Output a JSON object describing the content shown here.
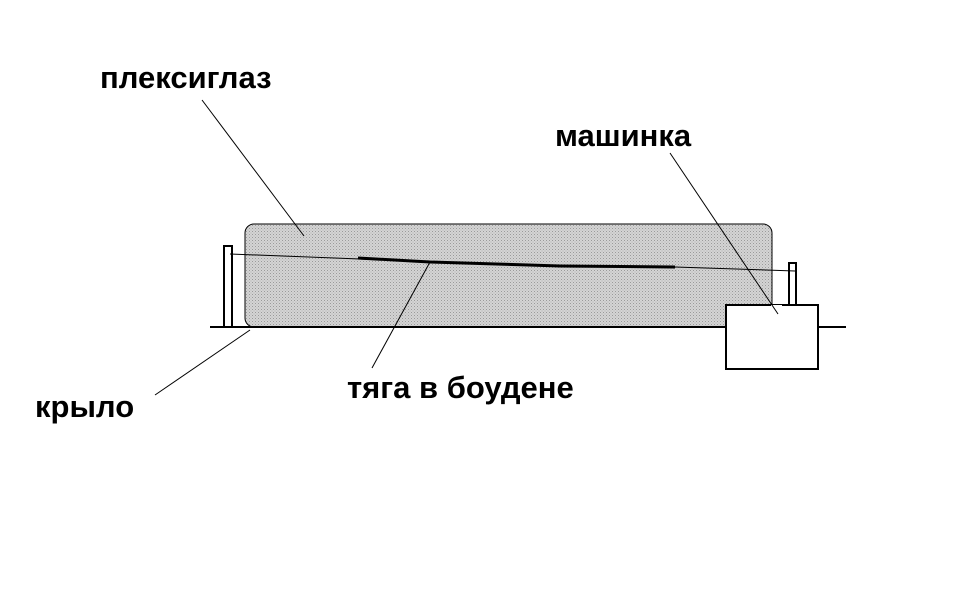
{
  "labels": {
    "plexiglass": "плексиглаз",
    "servo": "машинка",
    "wing": "крыло",
    "bowden_rod": "тяга в боудене"
  },
  "colors": {
    "background": "#ffffff",
    "ink": "#000000",
    "plexiglass_fill": "#c8c8c8"
  }
}
